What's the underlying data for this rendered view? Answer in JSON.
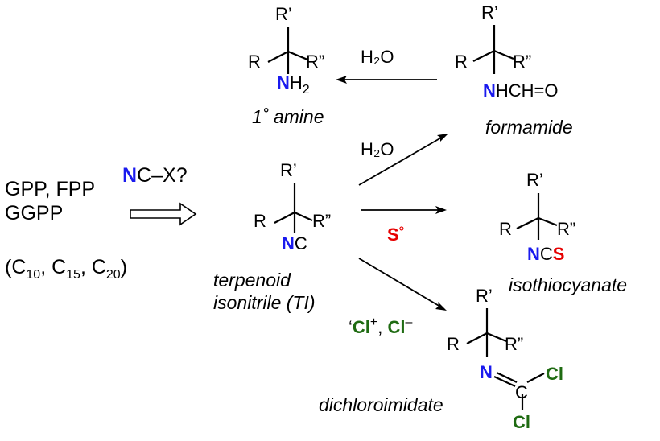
{
  "colors": {
    "nitrogen": "#1a1aee",
    "sulfur": "#e60000",
    "chlorine": "#1f6b12"
  },
  "substituents": {
    "r1": "R",
    "r2": "R’",
    "r3": "R”"
  },
  "precursors": {
    "line1": "GPP, FPP",
    "line2": "GGPP",
    "carbon_prefix": "(C",
    "sub10": "10",
    "sub15": "15",
    "sub20": "20",
    "sep": ", C",
    "close": ")"
  },
  "reagent_query": {
    "n": "N",
    "rest": "C–X?"
  },
  "isonitrile": {
    "n": "N",
    "c": "C",
    "label_line1": "terpenoid",
    "label_line2": "isonitrile (TI)"
  },
  "amine": {
    "n": "N",
    "h": "H",
    "sub": "2",
    "label": "1˚ amine"
  },
  "formamide": {
    "n": "N",
    "rest": "HCH=O",
    "label": "formamide"
  },
  "isothiocyanate": {
    "n": "N",
    "c": "C",
    "s": "S",
    "label": "isothiocyanate"
  },
  "dichloroimidate": {
    "n": "N",
    "c": "C",
    "cl": "Cl",
    "label": "dichloroimidate"
  },
  "conditions": {
    "water": "H₂O",
    "sulfur": "S",
    "sulfur_deg": "˚",
    "cl_open": "‘",
    "cl": "Cl",
    "cl_plus": "+",
    "cl_sep": ", ",
    "cl_minus": "–"
  }
}
